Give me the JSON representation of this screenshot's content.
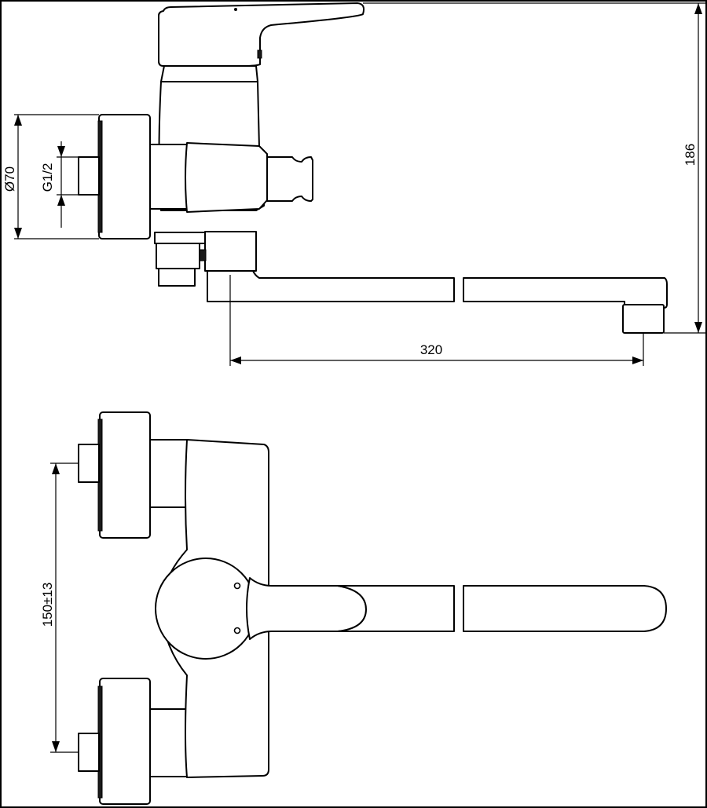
{
  "drawing": {
    "colors": {
      "line": "#000000",
      "background": "#ffffff"
    },
    "dimensions": {
      "diameter": "Ø70",
      "thread": "G1/2",
      "height": "186",
      "spout_length": "320",
      "center_distance": "150±13"
    }
  }
}
